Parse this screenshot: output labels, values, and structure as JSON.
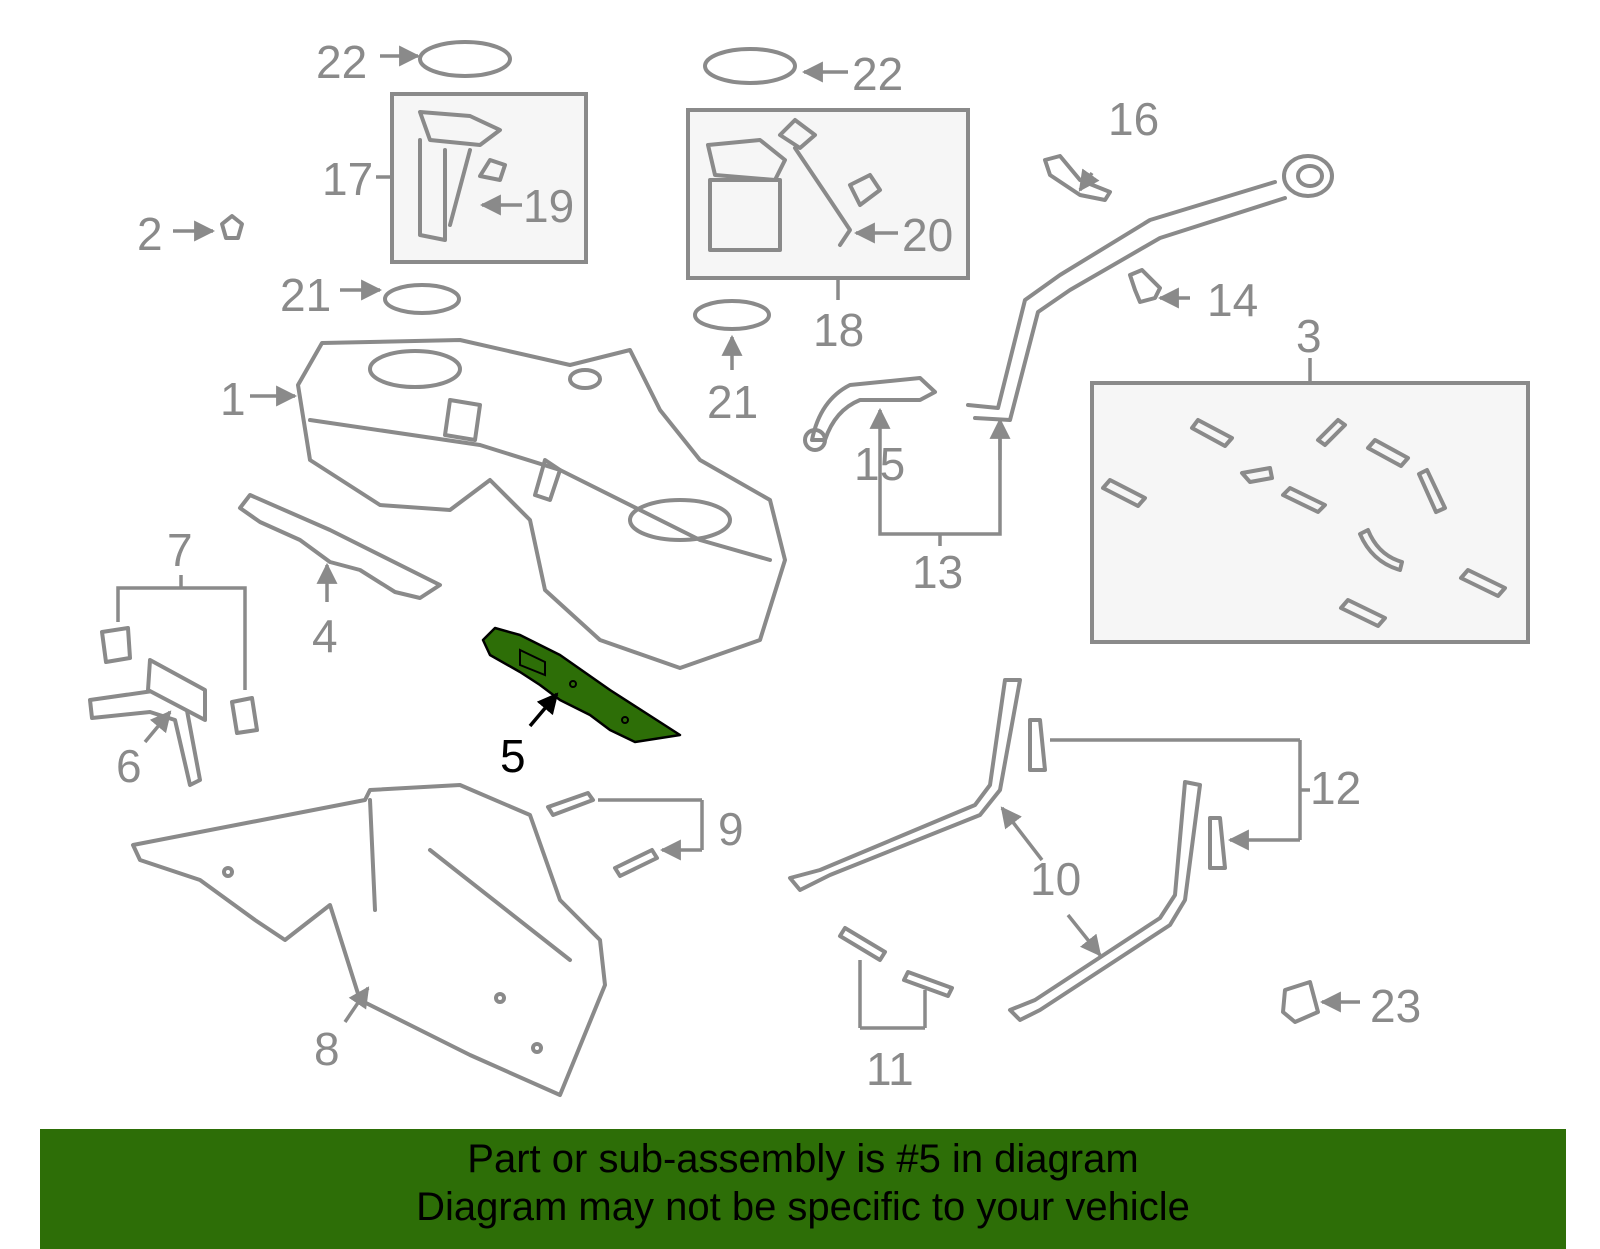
{
  "highlight_color": "#2d6e07",
  "highlighted_part": "5",
  "callouts": {
    "c1": "1",
    "c2": "2",
    "c3": "3",
    "c4": "4",
    "c5": "5",
    "c6": "6",
    "c7": "7",
    "c8": "8",
    "c9": "9",
    "c10": "10",
    "c11": "11",
    "c12": "12",
    "c13": "13",
    "c14": "14",
    "c15": "15",
    "c16": "16",
    "c17": "17",
    "c18": "18",
    "c19": "19",
    "c20": "20",
    "c21a": "21",
    "c21b": "21",
    "c22a": "22",
    "c22b": "22",
    "c23": "23"
  },
  "banner": {
    "line1": "Part or sub-assembly is #5 in diagram",
    "line2": "Diagram may not be specific to your vehicle"
  }
}
